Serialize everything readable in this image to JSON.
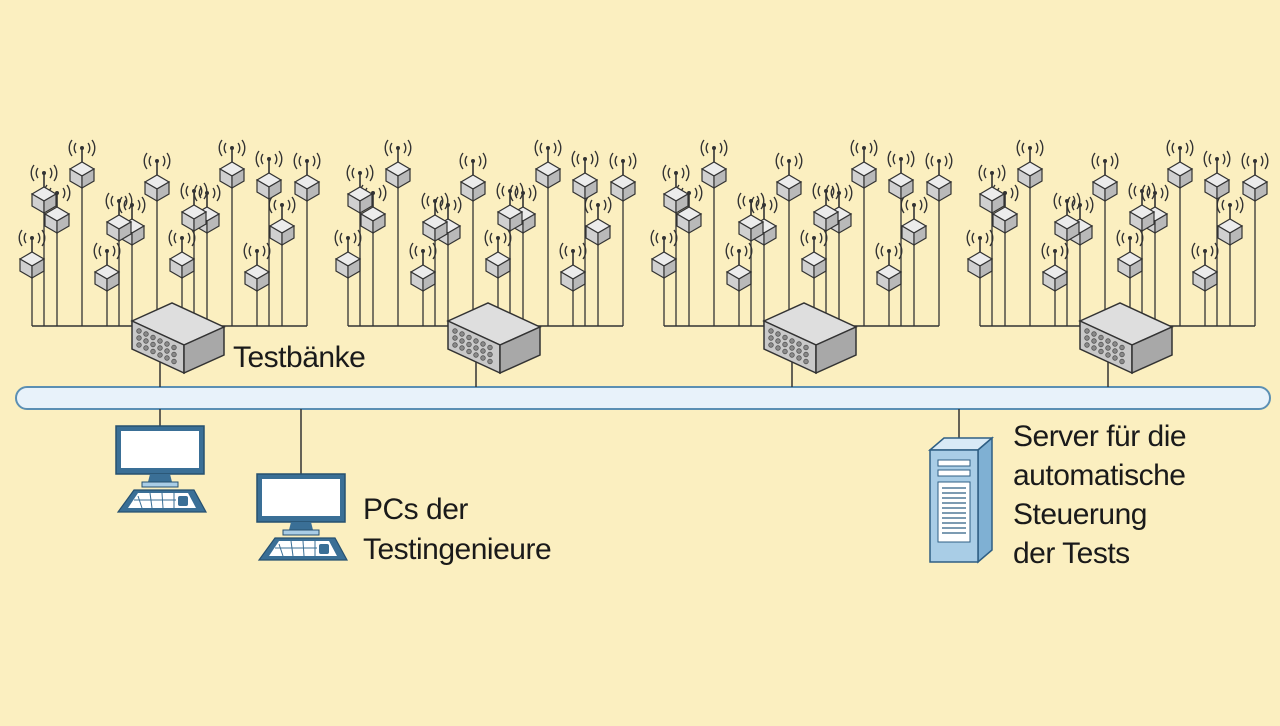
{
  "labels": {
    "testbenches": "Testbänke",
    "engineer_pcs_line1": "PCs der",
    "engineer_pcs_line2": "Testingenieure",
    "server_line1": "Server für die",
    "server_line2": "automatische",
    "server_line3": "Steuerung",
    "server_line4": "der Tests"
  },
  "colors": {
    "background": "#fbefc0",
    "bus_fill": "#e8f2fa",
    "bus_stroke": "#5b8fb3",
    "line": "#333333",
    "device_fill": "#d8d8d8",
    "switch_fill": "#cfcfcf",
    "screen_fill": "#ffffff",
    "computer_frame": "#3a6f96",
    "server_fill": "#a9cde6"
  },
  "icons": {
    "sensor": "wireless-sensor-node-icon",
    "switch": "testbench-switch-icon",
    "pc": "desktop-pc-icon",
    "server": "server-tower-icon"
  },
  "testbench_groups": 4,
  "sensors_per_group": 16
}
